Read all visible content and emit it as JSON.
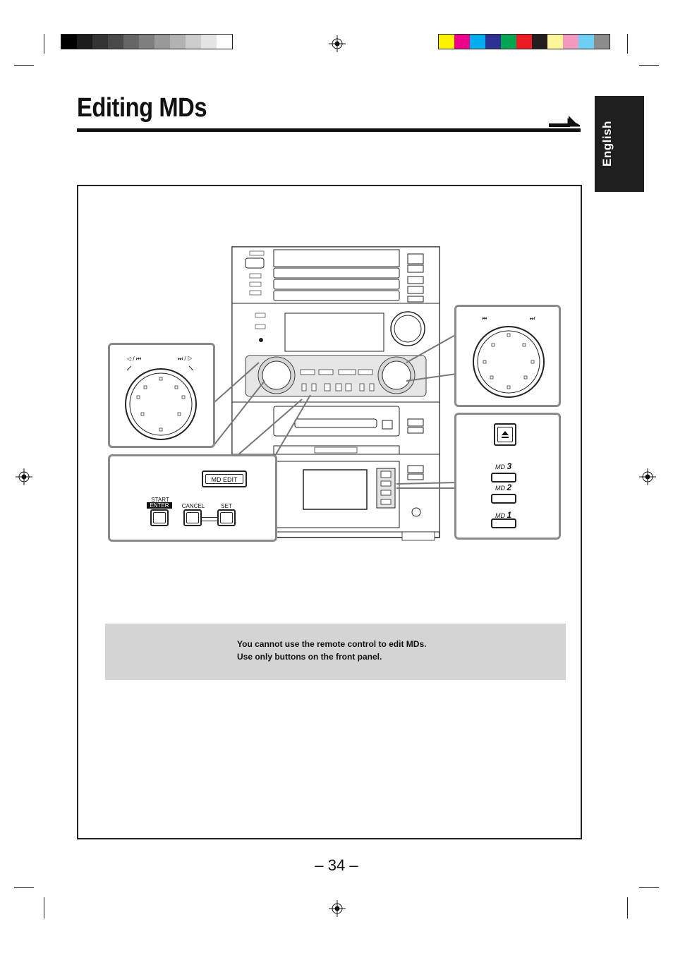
{
  "page": {
    "title": "Editing MDs",
    "language_tab": "English",
    "page_number": "– 34 –"
  },
  "note": {
    "line1": "You cannot use the remote control to edit MDs.",
    "line2": "Use only buttons on the front panel."
  },
  "illustration": {
    "md_edit_label": "MD  EDIT",
    "start_label": "START",
    "enter_label": "ENTER",
    "cancel_label": "CANCEL",
    "set_label": "SET",
    "md3_label": "MD",
    "md3_num": "3",
    "md2_label": "MD",
    "md2_num": "2",
    "md1_label": "MD",
    "md1_num": "1",
    "dial_left_label": "◁ / ⏮",
    "dial_left_label2": "⏭ / ▷",
    "dial_right_label": "⏮",
    "dial_right_label2": "⏭"
  },
  "colors": {
    "gray_steps": [
      "#000000",
      "#1c1c1c",
      "#333333",
      "#4a4a4a",
      "#666666",
      "#7f7f7f",
      "#999999",
      "#b2b2b2",
      "#cccccc",
      "#e5e5e5",
      "#ffffff"
    ],
    "color_steps": [
      "#fff200",
      "#ec008c",
      "#00aeef",
      "#2e3192",
      "#00a651",
      "#ed1c24",
      "#231f20",
      "#fff799",
      "#f49ac1",
      "#6dcff6",
      "#8c8c8c"
    ],
    "note_bg": "#d4d4d4",
    "tab_bg": "#1f1f1f"
  }
}
